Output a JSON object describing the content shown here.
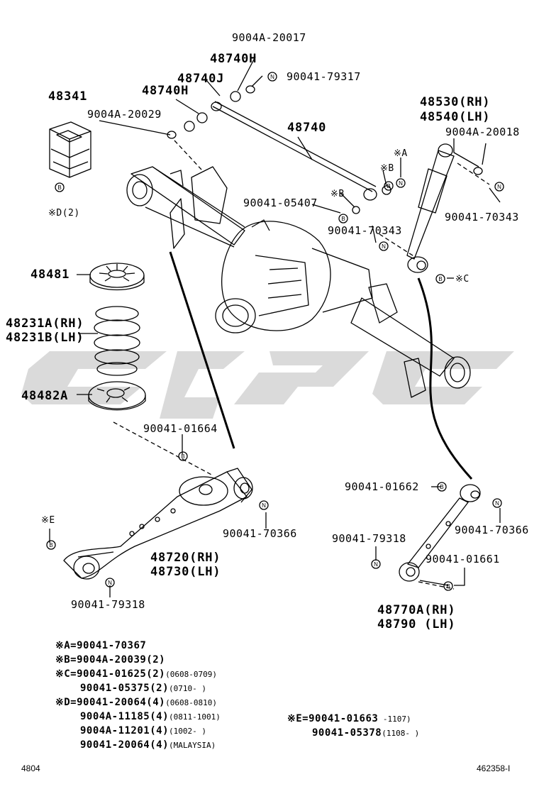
{
  "labels": {
    "p9004A20017": "9004A-20017",
    "p48740H_top": "48740H",
    "p48740J": "48740J",
    "p90041_79317": "90041-79317",
    "p48740H": "48740H",
    "p9004A20029": "9004A-20029",
    "p48341": "48341",
    "pD2": "※D(2)",
    "p48740": "48740",
    "pA": "※A",
    "pB1": "※B",
    "pB2": "※B",
    "p48530": "48530(RH)",
    "p48540": "48540(LH)",
    "p9004A20018": "9004A-20018",
    "p90041_05407": "90041-05407",
    "p90041_70343a": "90041-70343",
    "p90041_70343b": "90041-70343",
    "pC": "※C",
    "p48481": "48481",
    "p48231A": "48231A(RH)",
    "p48231B": "48231B(LH)",
    "p48482A": "48482A",
    "p90041_01664": "90041-01664",
    "p90041_70366a": "90041-70366",
    "p90041_01662": "90041-01662",
    "p90041_70366b": "90041-70366",
    "pE": "※E",
    "p48720": "48720(RH)",
    "p48730": "48730(LH)",
    "p90041_79318a": "90041-79318",
    "p90041_79318b": "90041-79318",
    "p90041_01661": "90041-01661",
    "p48770A": "48770A(RH)",
    "p48790": "48790 (LH)"
  },
  "callouts": {
    "B": "B",
    "N": "N"
  },
  "notes": {
    "a1": "※A=90041-70367",
    "b1": "※B=9004A-20039(2)",
    "c1": "※C=90041-01625(2)",
    "c1s": "(0608-0709)",
    "c2": "90041-05375(2)",
    "c2s": "(0710-     )",
    "d1": "※D=90041-20064(4)",
    "d1s": "(0608-0810)",
    "d2": "9004A-11185(4)",
    "d2s": "(0811-1001)",
    "d3": "9004A-11201(4)",
    "d3s": "(1002-     )",
    "d4": "90041-20064(4)",
    "d4s": "(MALAYSIA)",
    "e1": "※E=90041-01663",
    "e1s": "   -1107)",
    "e2": "90041-05378",
    "e2s": "(1108-     )"
  },
  "footer": {
    "left": "4804",
    "right": "462358-I"
  },
  "colors": {
    "ink": "#000000",
    "watermark": "#d4d4d4"
  }
}
